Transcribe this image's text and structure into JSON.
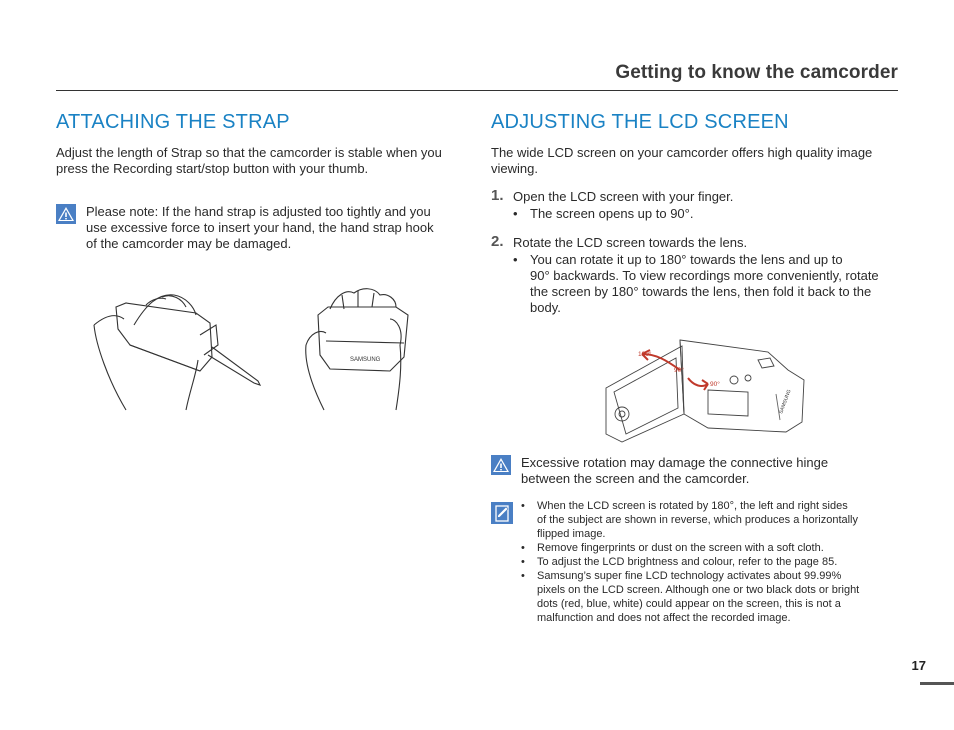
{
  "header": {
    "title": "Getting to know the camcorder"
  },
  "left": {
    "title": "ATTACHING THE STRAP",
    "intro_line1": "Adjust the length of Strap so that the camcorder is stable when you",
    "intro_line2": "press the Recording start/stop button with your thumb.",
    "warning_line1": "Please note: If the hand strap is adjusted too tightly and you",
    "warning_line2": "use excessive force to insert your hand, the hand strap hook",
    "warning_line3": "of the camcorder may be damaged.",
    "illustration_brand": "SAMSUNG"
  },
  "right": {
    "title": "ADJUSTING THE LCD SCREEN",
    "intro_line1": "The wide LCD screen on your camcorder offers high quality image",
    "intro_line2": "viewing.",
    "step1": {
      "num": "1.",
      "text": "Open the LCD screen with your finger.",
      "bullet": "The screen opens up to 90°."
    },
    "step2": {
      "num": "2.",
      "text": "Rotate the LCD screen towards the lens.",
      "bullet_line1": "You can rotate it up to 180° towards the lens and up to",
      "bullet_line2": "90° backwards. To view recordings more conveniently, rotate",
      "bullet_line3": "the screen by 180° towards the lens, then fold it back to the",
      "bullet_line4": "body."
    },
    "diagram": {
      "label_180": "180°",
      "label_90a": "90°",
      "label_90b": "90°",
      "brand": "SAMSUNG"
    },
    "warning_line1": "Excessive rotation may damage the connective hinge",
    "warning_line2": "between the screen and the camcorder.",
    "notes": [
      "When the LCD screen is rotated by 180°, the left and right sides",
      "of the subject are shown in reverse, which produces a horizontally",
      "flipped image.",
      "Remove fingerprints or dust on the screen with a soft cloth.",
      "To adjust the LCD brightness and colour, refer to the page 85.",
      "Samsung’s super fine LCD technology activates about 99.99%",
      "pixels on the LCD screen. Although one or two black dots or bright",
      "dots (red, blue, white) could appear on the screen, this is not a",
      "malfunction and does not affect the recorded image."
    ],
    "bullet_char": "•"
  },
  "page": {
    "number": "17"
  },
  "colors": {
    "accent": "#1a82c4",
    "icon_blue": "#4a7fc4"
  }
}
